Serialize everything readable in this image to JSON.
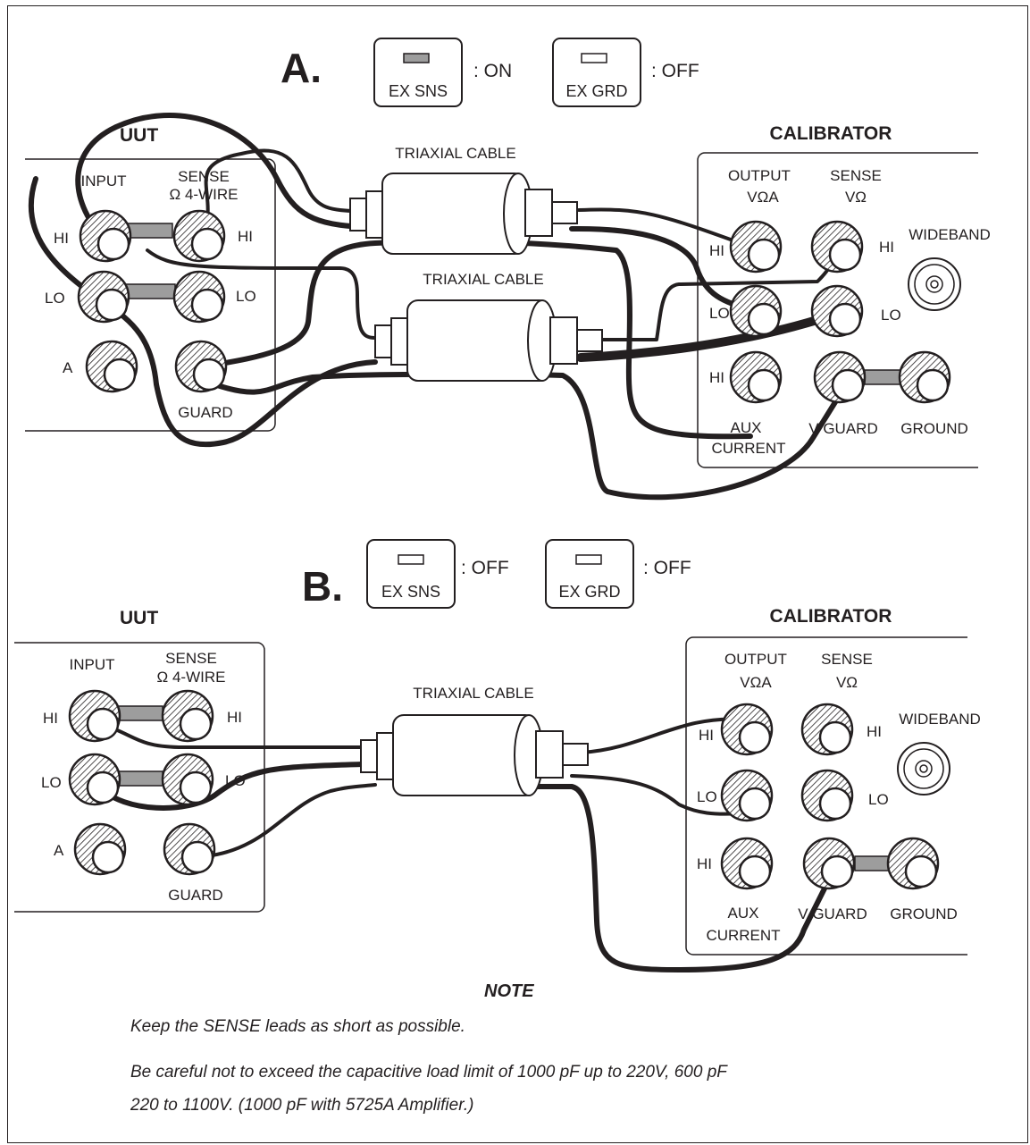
{
  "diagram_a": {
    "letter": "A.",
    "switch1": {
      "label": "EX SNS",
      "state": ": ON",
      "lit": true
    },
    "switch2": {
      "label": "EX GRD",
      "state": ": OFF",
      "lit": false
    },
    "uut": {
      "title": "UUT",
      "input": "INPUT",
      "sense1": "SENSE",
      "sense2": "Ω 4-WIRE",
      "hi": "HI",
      "lo": "LO",
      "a": "A",
      "guard": "GUARD"
    },
    "cable1": "TRIAXIAL CABLE",
    "cable2": "TRIAXIAL CABLE",
    "cal": {
      "title": "CALIBRATOR",
      "output1": "OUTPUT",
      "output2": "VΩA",
      "sense1": "SENSE",
      "sense2": "VΩ",
      "wideband": "WIDEBAND",
      "hi": "HI",
      "lo": "LO",
      "aux1": "AUX",
      "aux2": "CURRENT",
      "vguard": "V GUARD",
      "ground": "GROUND"
    }
  },
  "diagram_b": {
    "letter": "B.",
    "switch1": {
      "label": "EX SNS",
      "state": ": OFF",
      "lit": false
    },
    "switch2": {
      "label": "EX GRD",
      "state": ": OFF",
      "lit": false
    },
    "uut": {
      "title": "UUT",
      "input": "INPUT",
      "sense1": "SENSE",
      "sense2": "Ω 4-WIRE",
      "hi": "HI",
      "lo": "LO",
      "a": "A",
      "guard": "GUARD"
    },
    "cable1": "TRIAXIAL CABLE",
    "cal": {
      "title": "CALIBRATOR",
      "output1": "OUTPUT",
      "output2": "VΩA",
      "sense1": "SENSE",
      "sense2": "VΩ",
      "wideband": "WIDEBAND",
      "hi": "HI",
      "lo": "LO",
      "aux1": "AUX",
      "aux2": "CURRENT",
      "vguard": "V GUARD",
      "ground": "GROUND"
    }
  },
  "note": {
    "heading": "NOTE",
    "line1": "Keep the SENSE leads as short as possible.",
    "line2": "Be careful not to exceed the capacitive load limit of 1000 pF up to 220V, 600 pF",
    "line3": "220 to 1100V.  (1000 pF with 5725A Amplifier.)"
  }
}
